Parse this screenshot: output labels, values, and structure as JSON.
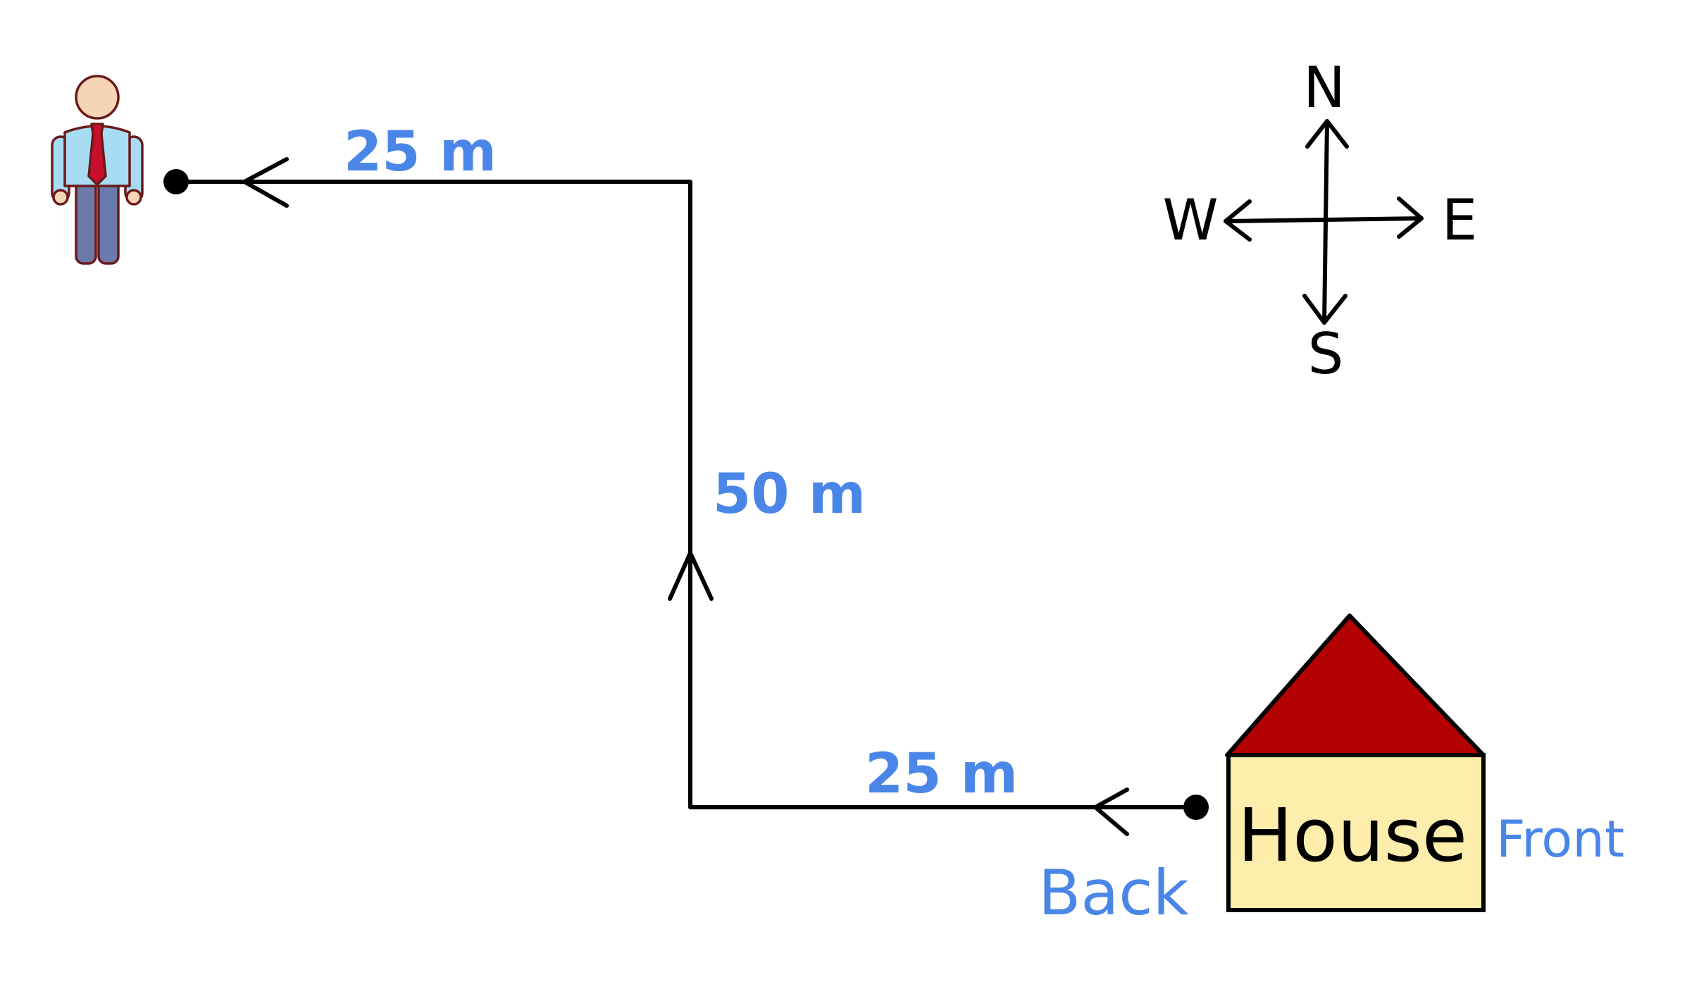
{
  "path": {
    "segments": [
      {
        "distance_label": "25 m"
      },
      {
        "distance_label": "50 m"
      },
      {
        "distance_label": "25 m"
      }
    ]
  },
  "house": {
    "label": "House",
    "back_label": "Back",
    "front_label": "Front",
    "roof_color": "#b30000",
    "wall_color": "#fdeeab"
  },
  "compass": {
    "north": "N",
    "south": "S",
    "east": "E",
    "west": "W"
  },
  "person": {
    "icon": "person-icon",
    "shirt_color": "#a8dcf2",
    "tie_color": "#c8102e",
    "pants_color": "#6a7aab"
  },
  "colors": {
    "label_blue": "#4a86e8",
    "line": "#000000"
  }
}
